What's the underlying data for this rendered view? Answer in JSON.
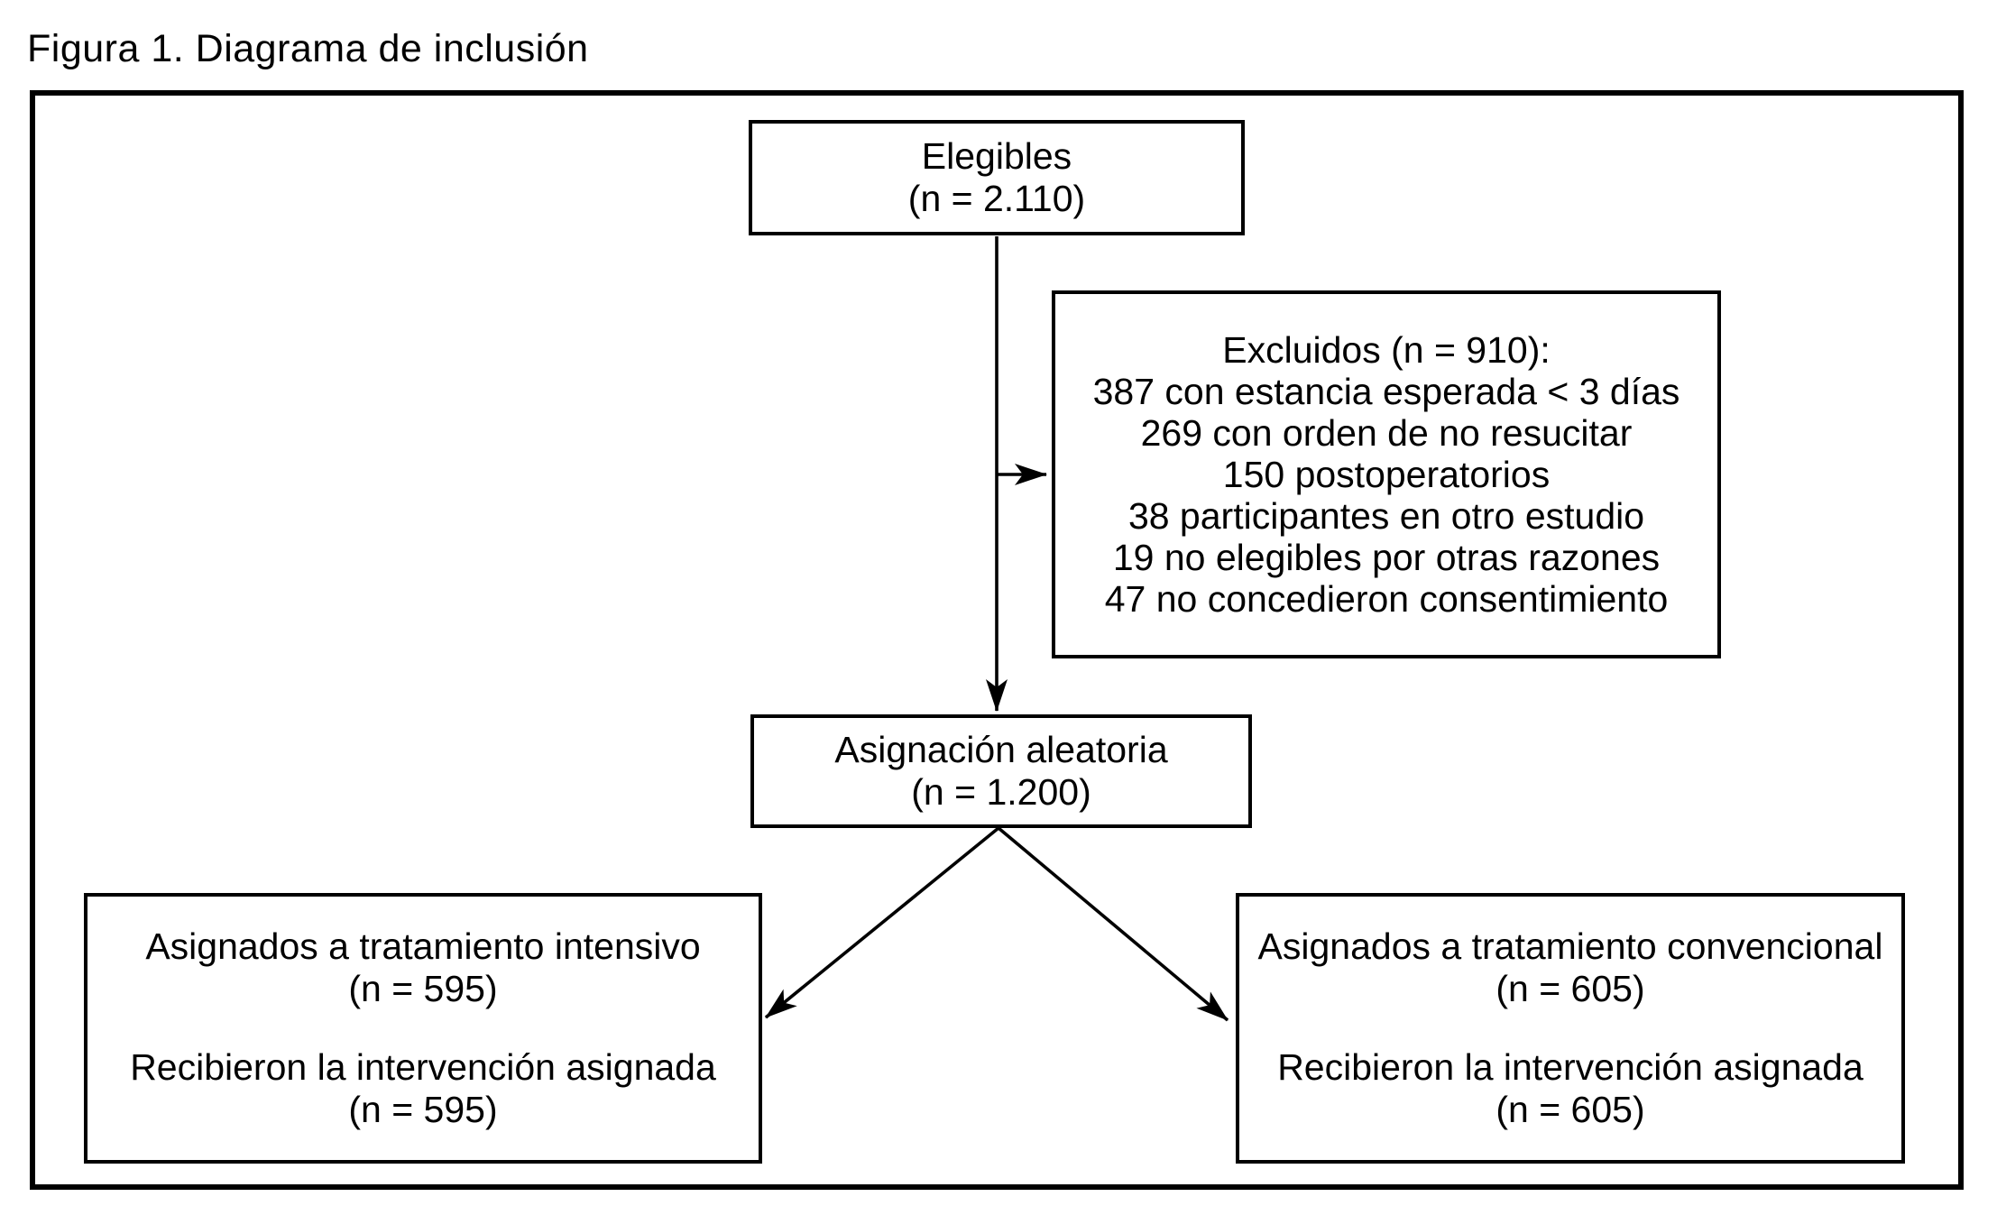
{
  "figure": {
    "title": "Figura 1. Diagrama de inclusión"
  },
  "nodes": {
    "eligible": {
      "label": "Elegibles",
      "count": "(n = 2.110)"
    },
    "excluded": {
      "header": "Excluidos (n = 910):",
      "items": [
        "387 con estancia esperada < 3 días",
        "269 con orden de no resucitar",
        "150 postoperatorios",
        "38 participantes en otro estudio",
        "19 no elegibles por otras razones",
        "47 no concedieron consentimiento"
      ]
    },
    "randomized": {
      "label": "Asignación aleatoria",
      "count": "(n = 1.200)"
    },
    "intensive": {
      "assigned_label": "Asignados a tratamiento intensivo",
      "assigned_count": "(n = 595)",
      "received_label": "Recibieron la intervención asignada",
      "received_count": "(n = 595)"
    },
    "conventional": {
      "assigned_label": "Asignados a tratamiento convencional",
      "assigned_count": "(n = 605)",
      "received_label": "Recibieron la intervención asignada",
      "received_count": "(n = 605)"
    }
  },
  "colors": {
    "line": "#000000",
    "text": "#000000",
    "background": "#ffffff"
  }
}
